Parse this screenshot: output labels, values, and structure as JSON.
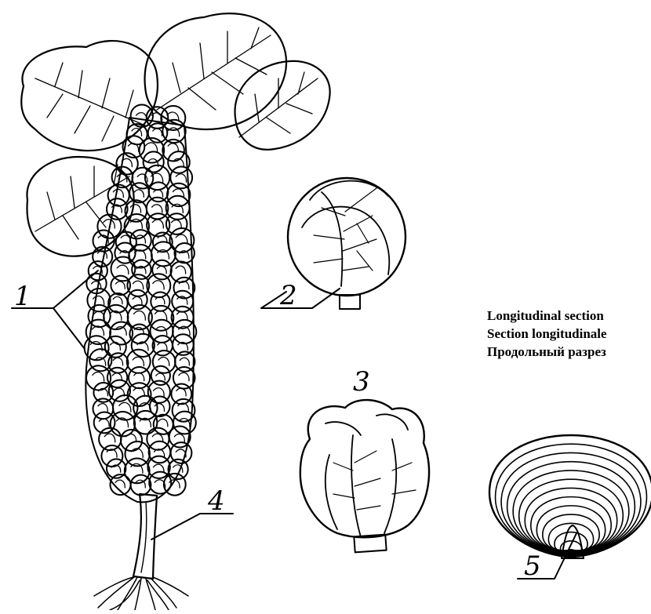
{
  "caption": {
    "en": "Longitudinal section",
    "fr": "Section longitudinale",
    "ru": "Продольный разрез"
  },
  "labels": {
    "n1": "1",
    "n2": "2",
    "n3": "3",
    "n4": "4",
    "n5": "5"
  }
}
